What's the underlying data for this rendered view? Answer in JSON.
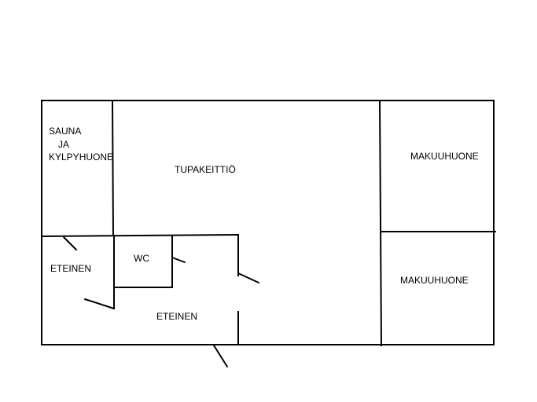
{
  "rooms": {
    "sauna_line1": "SAUNA",
    "sauna_line2": "JA",
    "sauna_line3": "KYLPYHUONE",
    "living_kitchen": "TUPAKEITTIÖ",
    "bedroom_top": "MAKUUHUONE",
    "bedroom_bottom": "MAKUUHUONE",
    "wc": "WC",
    "hall_left": "ETEINEN",
    "hall_center": "ETEINEN"
  }
}
